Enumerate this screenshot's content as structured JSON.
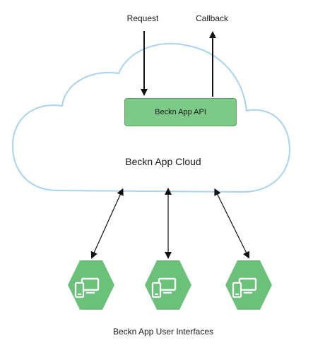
{
  "diagram": {
    "request_label": "Request",
    "callback_label": "Callback",
    "api_label": "Beckn App API",
    "cloud_label": "Beckn App Cloud",
    "user_interfaces_label": "Beckn App User Interfaces"
  },
  "colors": {
    "cloud_stroke": "#a9d3ee",
    "api_fill": "#7dc988",
    "api_stroke": "#5aa463",
    "hexagon_fill": "#6cc17a",
    "device_icon": "#ffffff",
    "arrow": "#111111"
  },
  "icons": [
    "device-hexagon-icon",
    "device-hexagon-icon",
    "device-hexagon-icon"
  ]
}
